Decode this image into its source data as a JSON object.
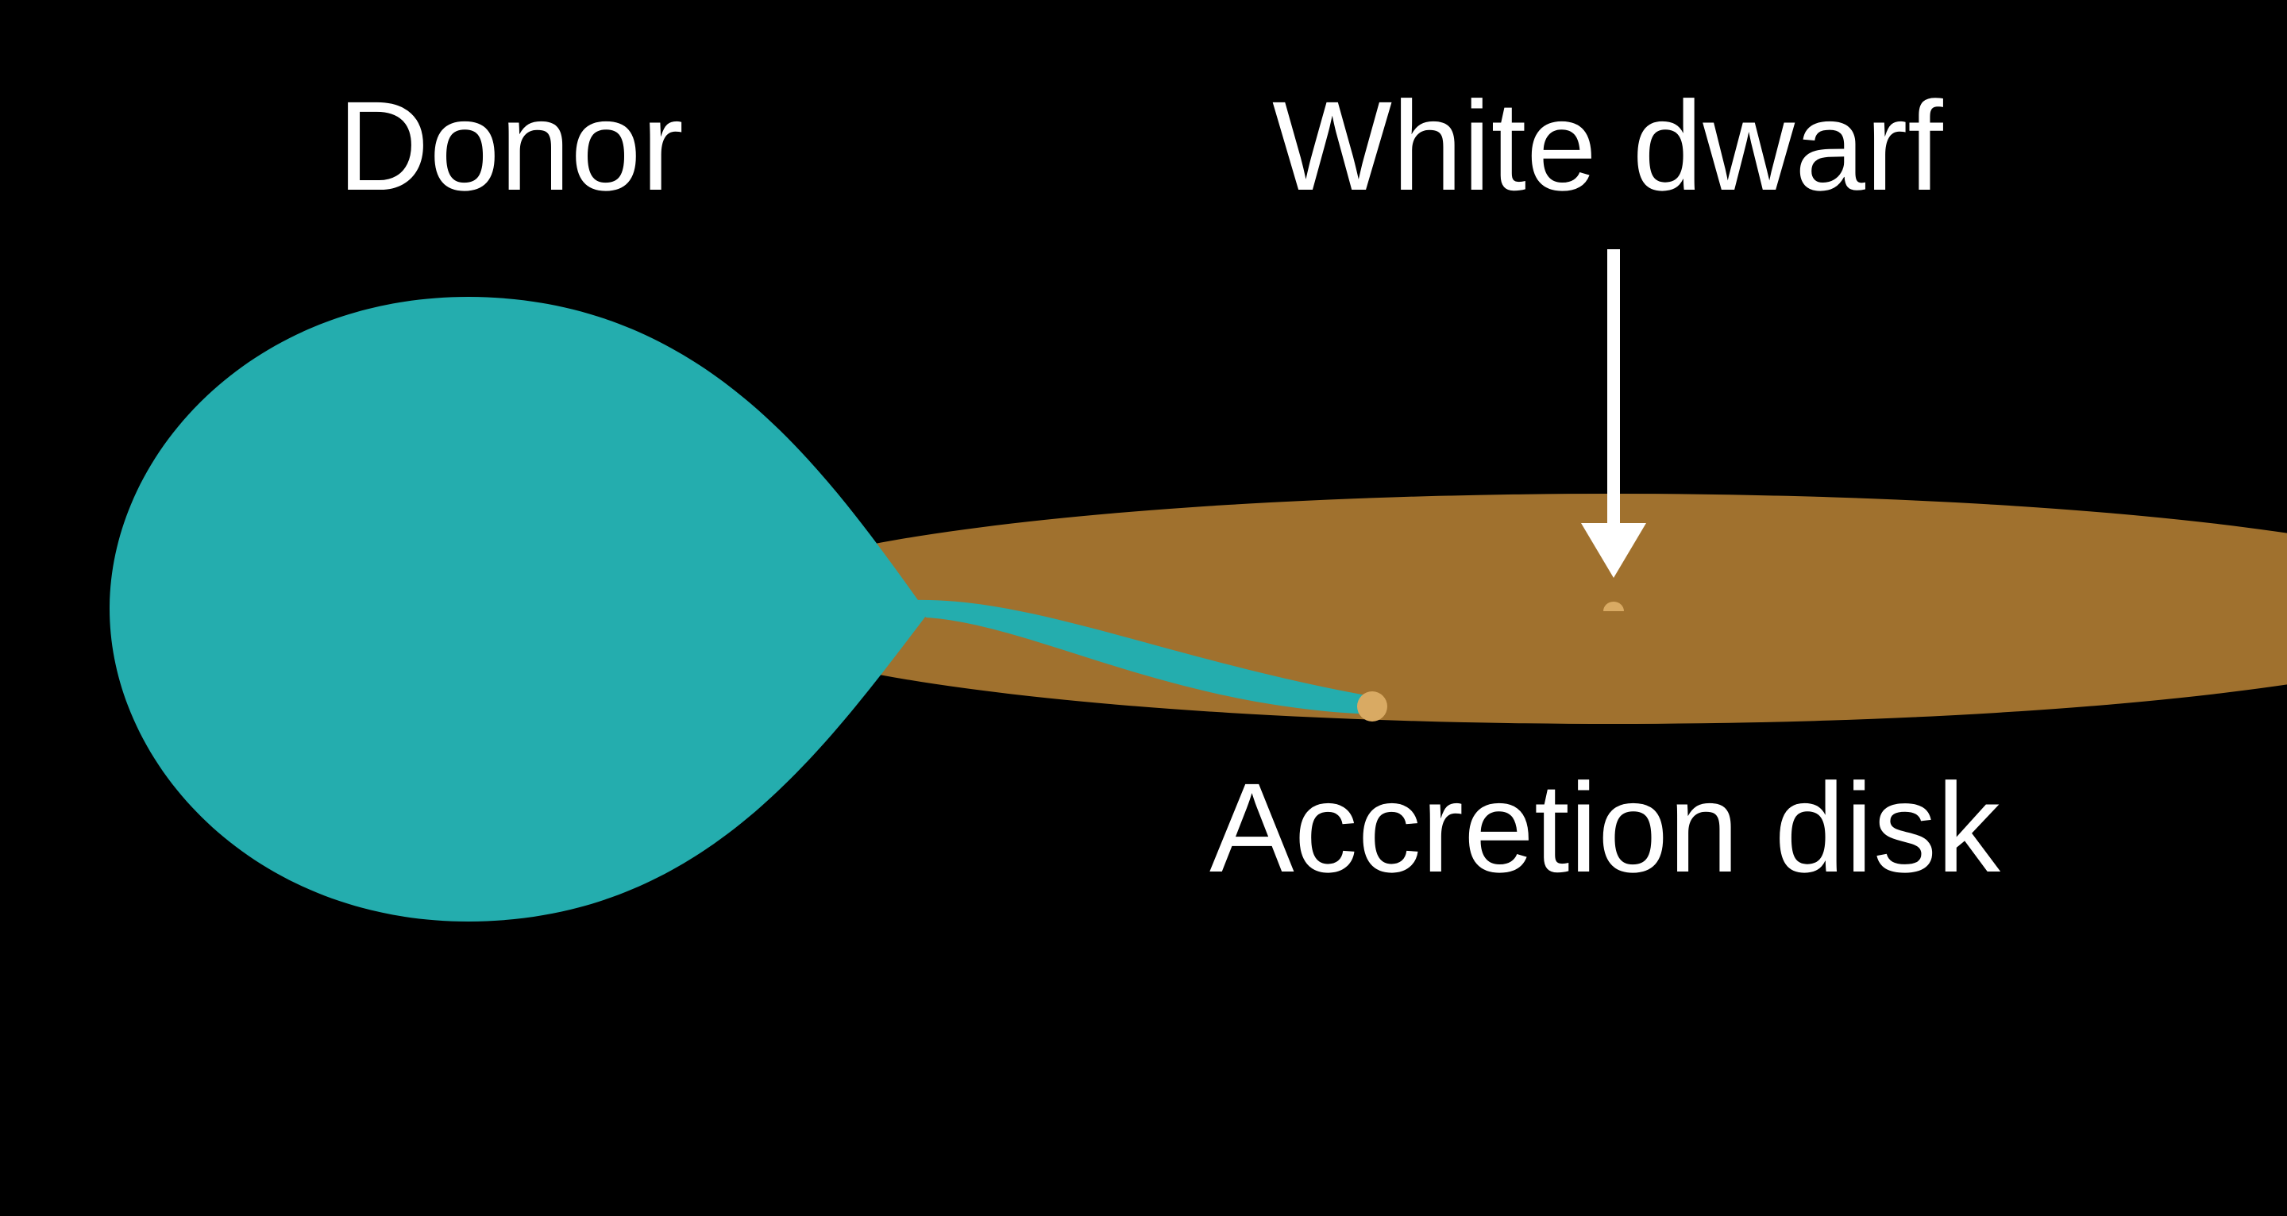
{
  "labels": {
    "donor": "Donor",
    "white_dwarf": "White dwarf",
    "accretion_disk": "Accretion disk"
  },
  "colors": {
    "background": "#000000",
    "donor_star": "#24adae",
    "mass_stream": "#24adae",
    "accretion_disk": "#a0712e",
    "hot_spot": "#d9aa63",
    "white_dwarf": "#d9aa63",
    "text": "#ffffff",
    "arrow": "#ffffff"
  },
  "icons": {
    "pointer": "down-arrow-icon"
  }
}
